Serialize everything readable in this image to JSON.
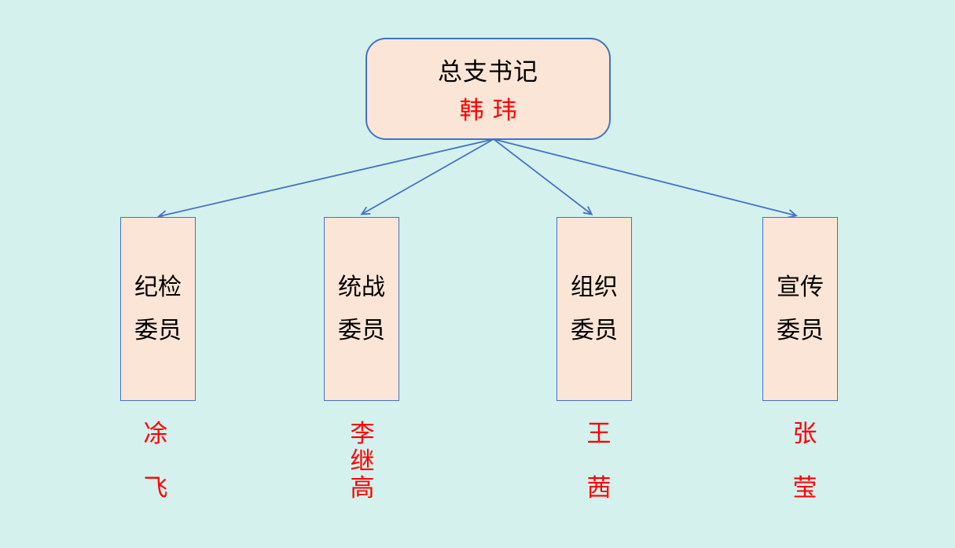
{
  "diagram": {
    "type": "org-chart",
    "root": {
      "title": "总支书记",
      "name": "韩玮"
    },
    "branches": [
      {
        "title_line1": "纪检",
        "title_line2": "委员",
        "name_chars": [
          "凃",
          "飞"
        ]
      },
      {
        "title_line1": "统战",
        "title_line2": "委员",
        "name_chars": [
          "李",
          "继",
          "高"
        ]
      },
      {
        "title_line1": "组织",
        "title_line2": "委员",
        "name_chars": [
          "王",
          "茜"
        ]
      },
      {
        "title_line1": "宣传",
        "title_line2": "委员",
        "name_chars": [
          "张",
          "莹"
        ]
      }
    ],
    "colors": {
      "background": "#d5f1ee",
      "box_fill": "#fbe5d6",
      "border_and_arrows": "#4472c4",
      "name_text": "#ff0000",
      "title_text": "#000000"
    },
    "connectors": {
      "style": "straight-arrows-open-head",
      "origin": "bottom-center-of-root",
      "targets": "top-of-each-branch-box"
    }
  }
}
